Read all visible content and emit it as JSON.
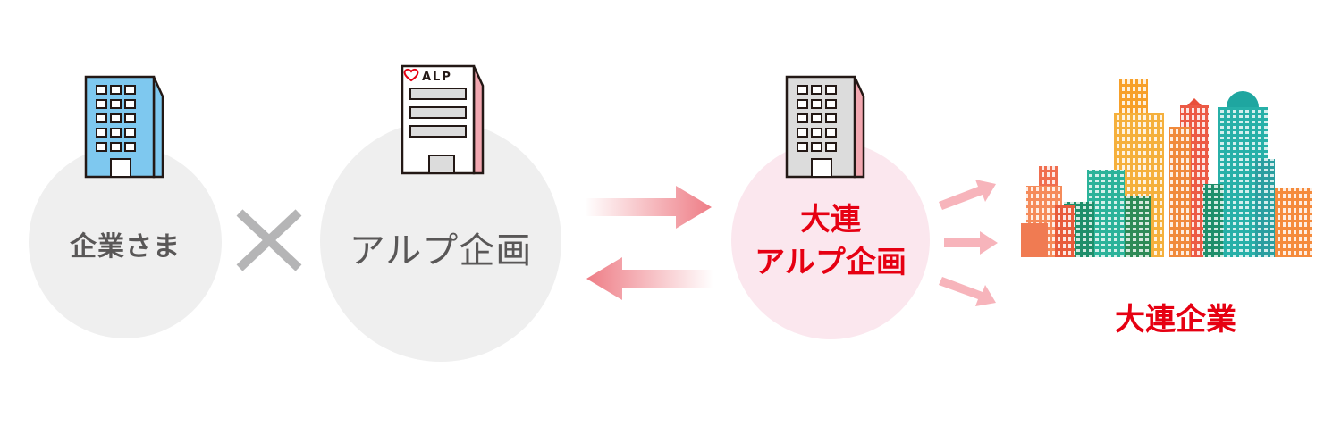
{
  "nodes": {
    "client": {
      "label": "企業さま",
      "icon": "office-building-icon"
    },
    "alp": {
      "label": "アルプ企画",
      "icon": "alp-building-icon",
      "logo_text": "ALP"
    },
    "dalian_alp": {
      "line1": "大連",
      "line2": "アルプ企画",
      "icon": "office-building-icon"
    },
    "dalian_companies": {
      "label": "大連企業",
      "icon": "city-skyline-icon"
    }
  },
  "connectors": {
    "cross": "cross-icon",
    "bidirectional": [
      "arrow-right-icon",
      "arrow-left-icon"
    ],
    "fan_out": [
      "arrow-up-right-icon",
      "arrow-right-icon",
      "arrow-down-right-icon"
    ]
  },
  "colors": {
    "gray_circle": "#efefef",
    "pink_circle": "#fbe7ee",
    "accent_red": "#e60012",
    "arrow_pink": "#ee7d86",
    "arrow_light": "#f7b4bb",
    "text_gray": "#595757",
    "cross_gray": "#b5b5b6",
    "building_blue": "#7ec8ef",
    "building_gray": "#dcdcdc",
    "building_white": "#ffffff",
    "building_pink": "#f2a7b0"
  }
}
